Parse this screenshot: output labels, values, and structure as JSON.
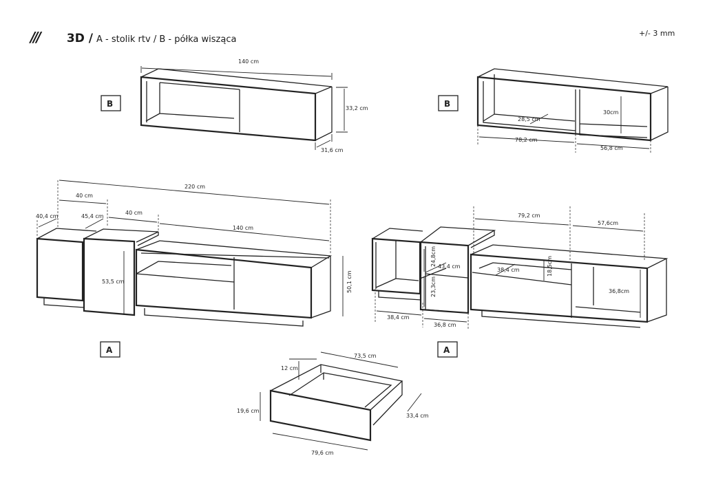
{
  "header": {
    "logo_mark": "///",
    "title": "3D /",
    "subtitle": "A - stolik rtv  /  B - półka wisząca",
    "tolerance": "+/- 3 mm"
  },
  "views": {
    "shelf_b_closed": {
      "tag": "B",
      "width": "140 cm",
      "height": "33,2 cm",
      "depth": "31,6 cm"
    },
    "shelf_b_open": {
      "tag": "B",
      "inner_depth": "28,5 cm",
      "inner_height": "30cm",
      "left_width": "78,2 cm",
      "right_width": "56,8 cm"
    },
    "tv_stand_a_closed": {
      "tag": "A",
      "total": "220 cm",
      "module1_width": "40 cm",
      "module1_depth": "40,4 cm",
      "module2_depth": "45,4 cm",
      "module2_width": "40 cm",
      "main_width": "140 cm",
      "module2_height": "53,5 cm",
      "main_height": "50,1 cm"
    },
    "tv_stand_a_open": {
      "tag": "A",
      "center_width": "79,2 cm",
      "right_width": "57,6cm",
      "upper_height": "24,8cm",
      "shelf_depth": "43,4 cm",
      "drawer_depth": "38,4 cm",
      "drawer_height": "18,5cm",
      "lower_height": "23,3cm",
      "right_height": "36,8cm",
      "left_width": "38,4 cm",
      "module_width": "36,8 cm"
    },
    "drawer": {
      "side_height": "12 cm",
      "inner_width": "73,5 cm",
      "front_height": "19,6 cm",
      "depth": "33,4 cm",
      "front_width": "79,6 cm"
    }
  }
}
